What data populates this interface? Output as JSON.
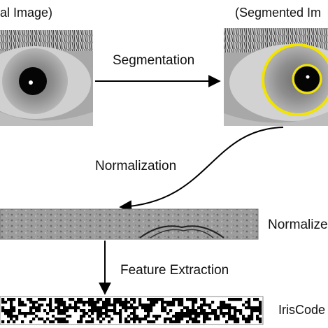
{
  "labels": {
    "original_image": "al Image)",
    "segmented_image": "(Segmented Im",
    "segmentation": "Segmentation",
    "normalization": "Normalization",
    "normalized_image": "Normalize",
    "feature_extraction": "Feature Extraction",
    "iriscode": "IrisCode"
  },
  "colors": {
    "text": "#111111",
    "arrow": "#000000",
    "eye_gray": "#9a9a9a",
    "segmentation_outline": "#f2e400"
  }
}
